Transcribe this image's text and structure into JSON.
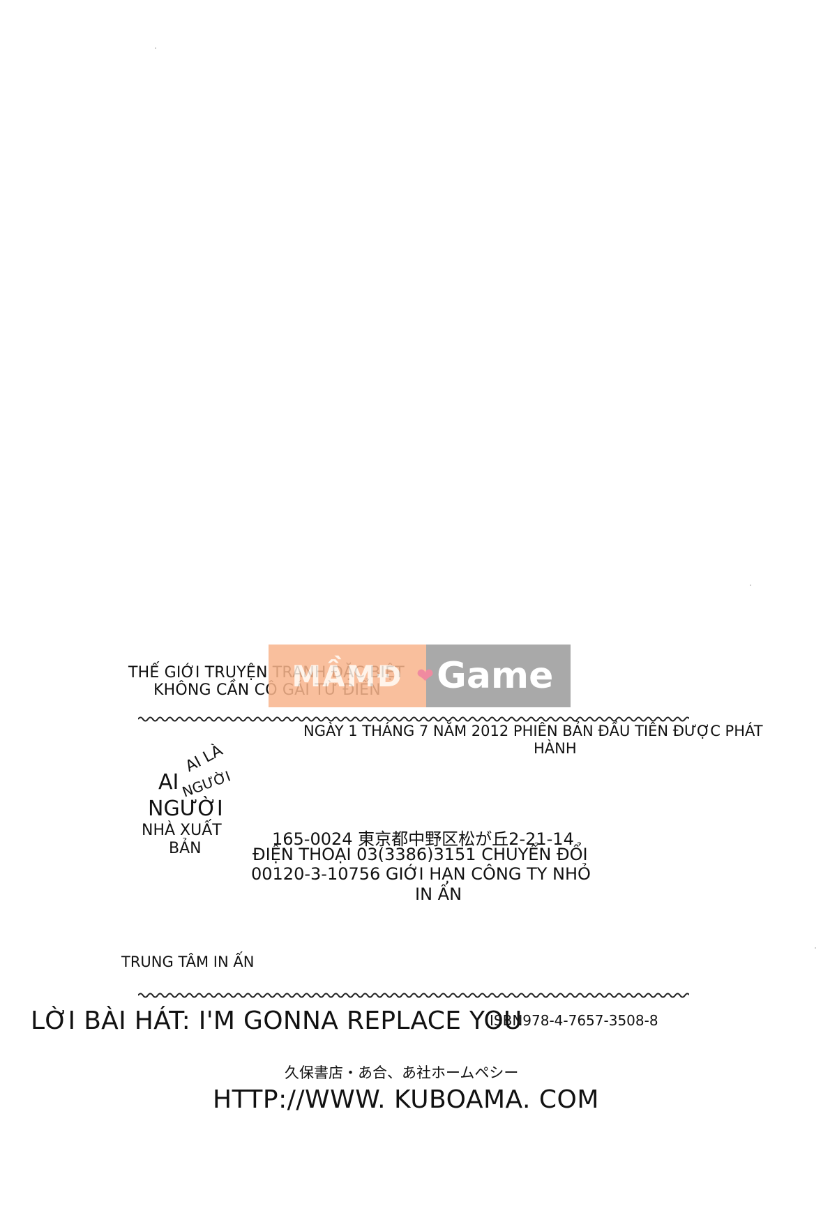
{
  "title": {
    "line1": "THẾ GIỚI TRUYỆN TRANH ĐẶC BIỆT",
    "line2": "KHÔNG CẦN CÔ GÁI TỪ ĐIỂN"
  },
  "watermark": {
    "left_text": "MẦMĐ",
    "right_text": "Game",
    "icon": "heart-icon"
  },
  "release": {
    "line1": "NGÀY 1 THÁNG 7 NĂM 2012 PHIÊN BẢN ĐẦU TIÊN ĐƯỢC PHÁT",
    "line2": "HÀNH"
  },
  "author": {
    "big_line1": "AI",
    "small_line1": "AI LÀ",
    "small_line2": "NGƯỜI",
    "big_line2": "NGƯỜI",
    "publisher_line1": "NHÀ XUẤT",
    "publisher_line2": "BẢN"
  },
  "address": {
    "line1": "165-0024 東京都中野区松が丘2-21-14",
    "line2": "ĐIỆN THOẠI 03(3386)3151 CHUYỂN ĐỔI",
    "line3": "00120-3-10756 GIỚI HẠN CÔNG TY NHỎ",
    "line4": "IN ẤN"
  },
  "print_center": "TRUNG TÂM IN ẤN",
  "lyrics": "LỜI BÀI HÁT: I'M GONNA REPLACE YOU",
  "isbn": "ISBN978-4-7657-3508-8",
  "homepage": {
    "label": "久保書店・あ合、あ社ホームペシー",
    "url": "HTTP://WWW. KUBOAMA. COM"
  },
  "colors": {
    "text": "#111111",
    "watermark_orange": "#f9b58c",
    "watermark_gray": "#a9a9a9",
    "heart_pink": "#f08aa0"
  }
}
